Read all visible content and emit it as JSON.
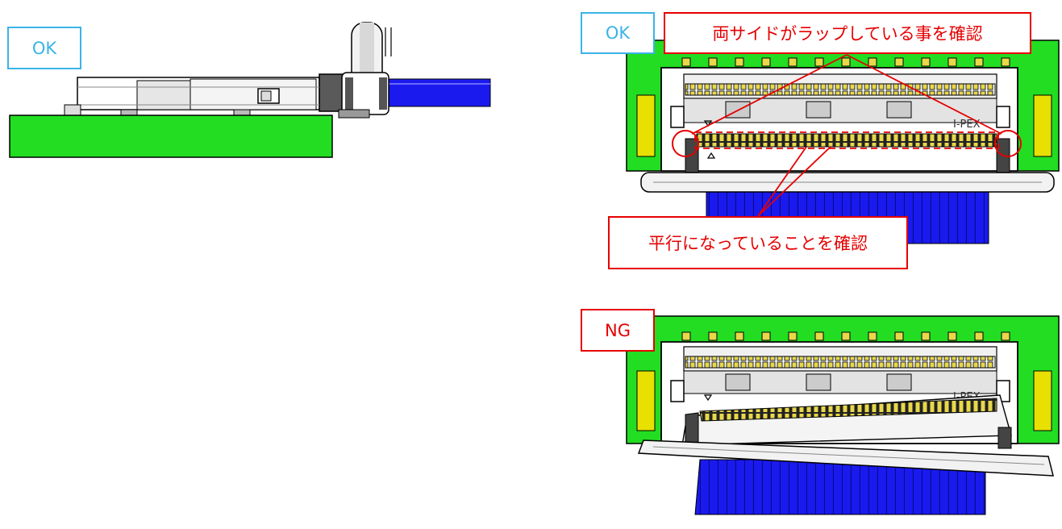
{
  "side_view": {
    "status_label": "OK"
  },
  "top_ok": {
    "status_label": "OK",
    "note_overlap": "両サイドがラップしている事を確認",
    "note_parallel": "平行になっていることを確認",
    "brand": "I-PEX"
  },
  "top_ng": {
    "status_label": "NG",
    "brand": "I-PEX"
  },
  "colors": {
    "pcb": "#22dd22",
    "cable": "#1a1aee",
    "ok_accent": "#3bb4e6",
    "ng_accent": "#e60000",
    "contact": "#e8d84a"
  }
}
